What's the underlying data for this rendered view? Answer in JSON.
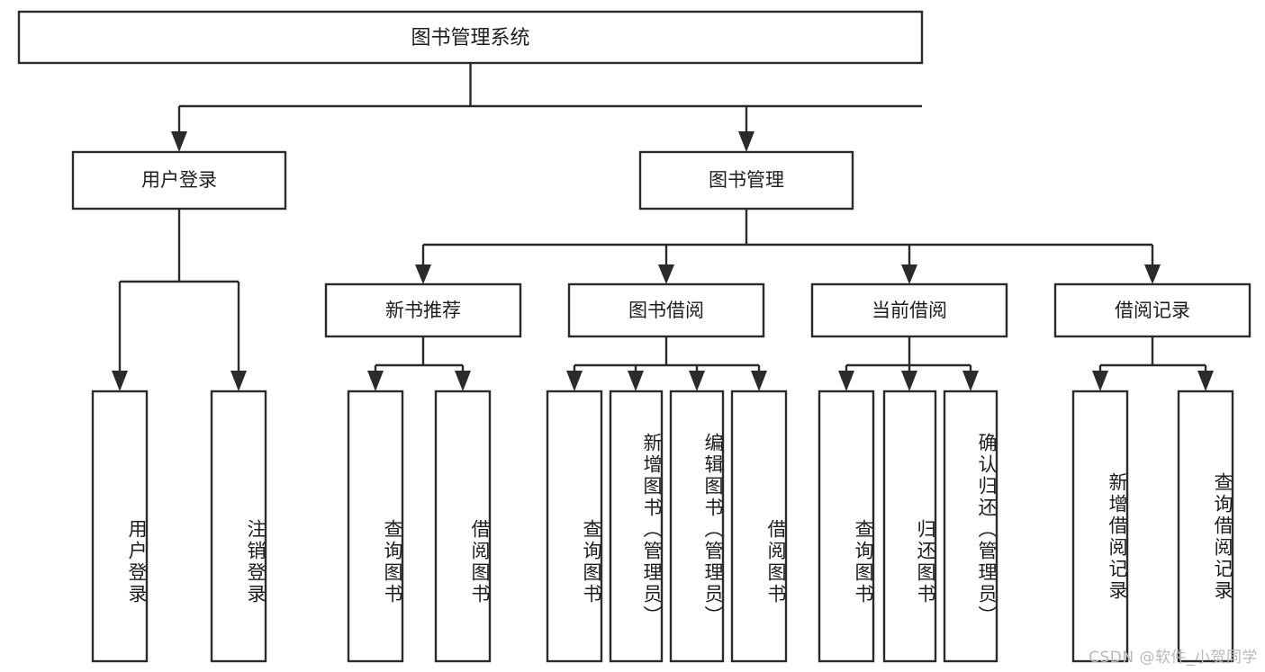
{
  "diagram": {
    "title": "图书管理系统",
    "type": "tree",
    "orientation": "top-down",
    "colors": {
      "stroke": "#2b2b2b",
      "fill": "#ffffff",
      "text": "#1d1d1d",
      "background": "#ffffff",
      "watermark": "#b9b9b9"
    },
    "root": {
      "label": "图书管理系统"
    },
    "level2": [
      {
        "label": "用户登录"
      },
      {
        "label": "图书管理"
      }
    ],
    "level3": [
      {
        "label": "新书推荐"
      },
      {
        "label": "图书借阅"
      },
      {
        "label": "当前借阅"
      },
      {
        "label": "借阅记录"
      }
    ],
    "leaves": {
      "user_login": [
        {
          "label": "用户登录"
        },
        {
          "label": "注销登录"
        }
      ],
      "new_book_recommend": [
        {
          "label": "查询图书"
        },
        {
          "label": "借阅图书"
        }
      ],
      "book_borrow": [
        {
          "label": "查询图书"
        },
        {
          "label": "新增图书（管理员）"
        },
        {
          "label": "编辑图书（管理员）"
        },
        {
          "label": "借阅图书"
        }
      ],
      "current_borrow": [
        {
          "label": "查询图书"
        },
        {
          "label": "归还图书"
        },
        {
          "label": "确认归还（管理员）"
        }
      ],
      "borrow_record": [
        {
          "label": "新增借阅记录"
        },
        {
          "label": "查询借阅记录"
        }
      ]
    }
  },
  "watermark": {
    "text": "CSDN @软件_小贺同学"
  }
}
